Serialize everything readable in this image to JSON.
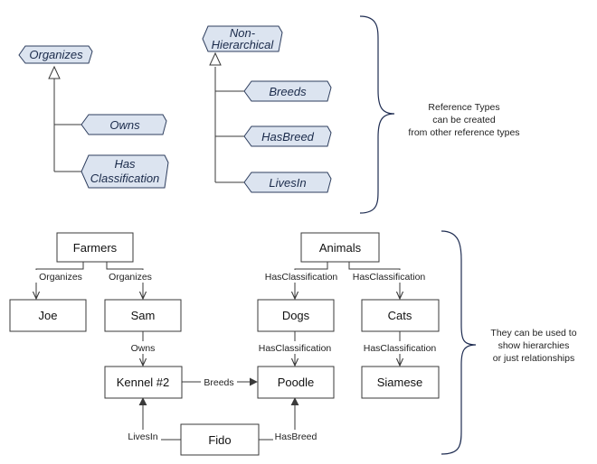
{
  "reference_types": {
    "organizes": "Organizes",
    "owns": "Owns",
    "has_classification": [
      "Has",
      "Classification"
    ],
    "non_hierarchical": [
      "Non-",
      "Hierarchical"
    ],
    "breeds": "Breeds",
    "has_breed": "HasBreed",
    "lives_in": "LivesIn"
  },
  "notes": {
    "reference_types": [
      "Reference Types",
      "can be created",
      "from other reference types"
    ],
    "usage": [
      "They can be used to",
      "show hierarchies",
      "or just relationships"
    ]
  },
  "nodes": {
    "farmers": "Farmers",
    "joe": "Joe",
    "sam": "Sam",
    "kennel": "Kennel #2",
    "fido": "Fido",
    "animals": "Animals",
    "dogs": "Dogs",
    "cats": "Cats",
    "poodle": "Poodle",
    "siamese": "Siamese"
  },
  "edges": {
    "farmers_joe": "Organizes",
    "farmers_sam": "Organizes",
    "sam_kennel": "Owns",
    "animals_dogs": "HasClassification",
    "animals_cats": "HasClassification",
    "dogs_poodle": "HasClassification",
    "cats_siamese": "HasClassification",
    "kennel_poodle": "Breeds",
    "fido_kennel": "LivesIn",
    "fido_poodle": "HasBreed"
  }
}
